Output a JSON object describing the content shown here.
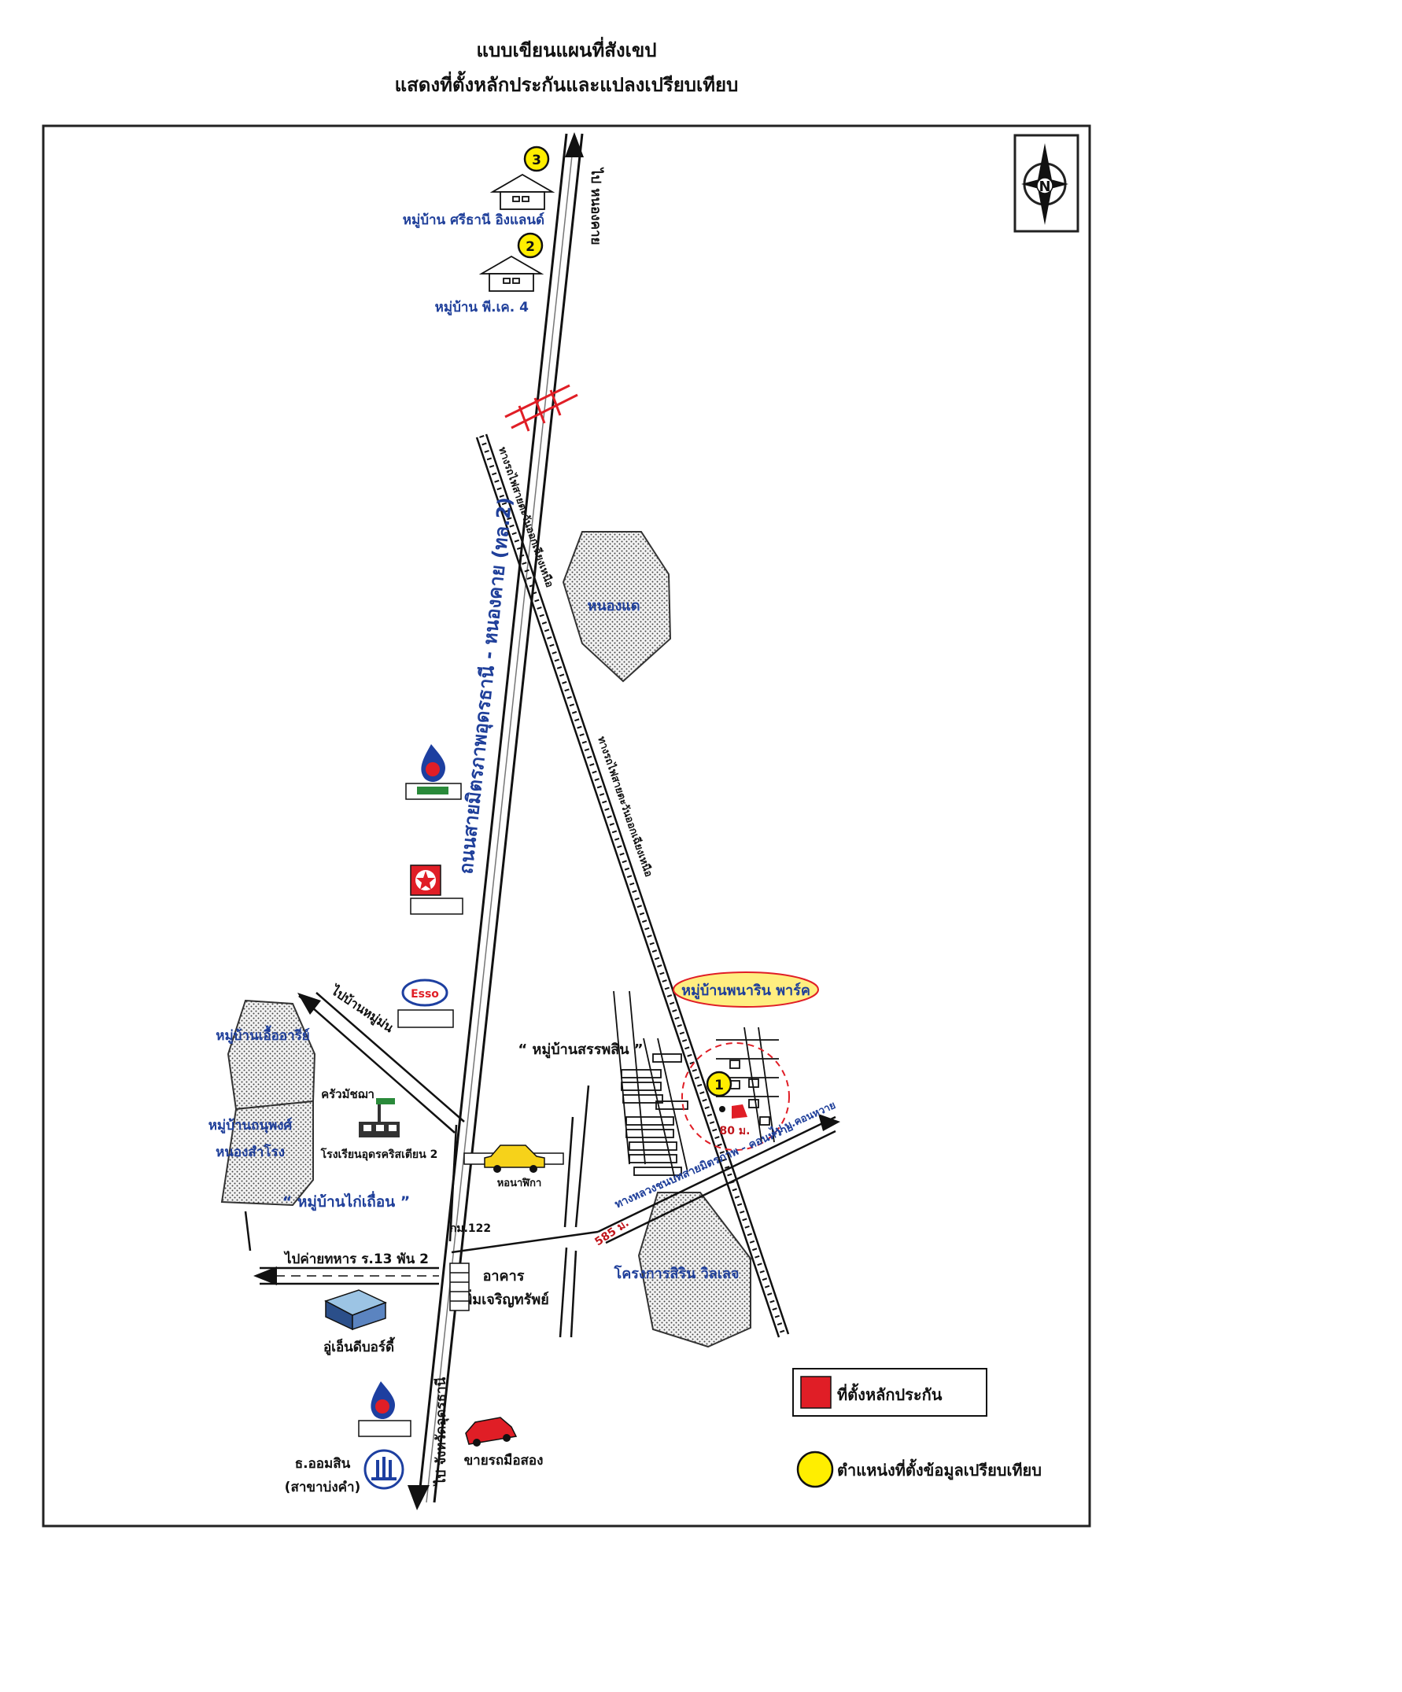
{
  "header": {
    "title_line1": "แบบเขียนแผนที่สังเขป",
    "title_line2": "แสดงที่ตั้งหลักประกันและแปลงเปรียบเทียบ"
  },
  "compass": {
    "letter": "N"
  },
  "labels": {
    "to_nongkhai": "ไป หนองคาย",
    "village_sri_thani": "หมู่บ้าน ศรีธานี อิงแลนด์",
    "village_pk4": "หมู่บ้าน พี.เค. 4",
    "highway": "ถนนสายมิตรภาพอุดรธานี - หนองคาย (ทล.2)",
    "railway_upper": "ทางรถไฟสายตะวันออกเฉียงเหนือ",
    "railway_lower": "ทางรถไฟสายตะวันออกเฉียงเหนือ",
    "pond": "หนองแด",
    "village_phanarin": "หมู่บ้านพนาริน พาร์ค",
    "village_sanphasit": "“ หมู่บ้านสรรพสิน ”",
    "to_ban_nong_nam": "ไปบ้านหมู่ม่น",
    "village_ua_arun": "หมู่บ้านเอื้ออารีย์",
    "village_thanyaporn": "หมู่บ้านถนุพงศ์",
    "nong_samrong": "หนองสำโรง",
    "krua_michael": "ครัวมัชฌา",
    "udon_christian_school": "โรงเรียนอุดรคริสเตียน 2",
    "hor_na_ngam": "หอนาฬิกา",
    "village_kai_thuean": "“ หมู่บ้านไก่เถื่อน ”",
    "km_marker": "กม.122",
    "to_army_camp": "ไปค่ายทหาร ร.13 พัน 2",
    "building_line1": "อาคาร",
    "building_line2": "เพิ่มเจริญทรัพย์",
    "un_body": "อู่เอ็นดีบอร์ดี้",
    "to_udon": "ไป จังหวัดอุดรธานี",
    "used_car": "ขายรถมือสอง",
    "gsb_line1": "ธ.ออมสิน",
    "gsb_line2": "(สาขาบ่งคำ)",
    "bypass_road": "ทางหลวงชนบทสายมิตรภาพ - คอนหวาย",
    "to_khon_hwai": "ไป บ.คอนหวาย",
    "distance_80": "80 ม.",
    "distance_585": "585 ม.",
    "factory": "โครงการสิริน วิลเลจ",
    "esso": "Esso"
  },
  "markers": {
    "m1": "1",
    "m2": "2",
    "m3": "3"
  },
  "legend": {
    "collateral": "ที่ตั้งหลักประกัน",
    "comparison": "ตำแหน่งที่ตั้งข้อมูลเปรียบเทียบ"
  },
  "colors": {
    "label_blue": "#1f3f9a",
    "marker_yellow": "#ffee00",
    "collateral_red": "#e01e26",
    "ptt_blue": "#1d3fa0"
  }
}
